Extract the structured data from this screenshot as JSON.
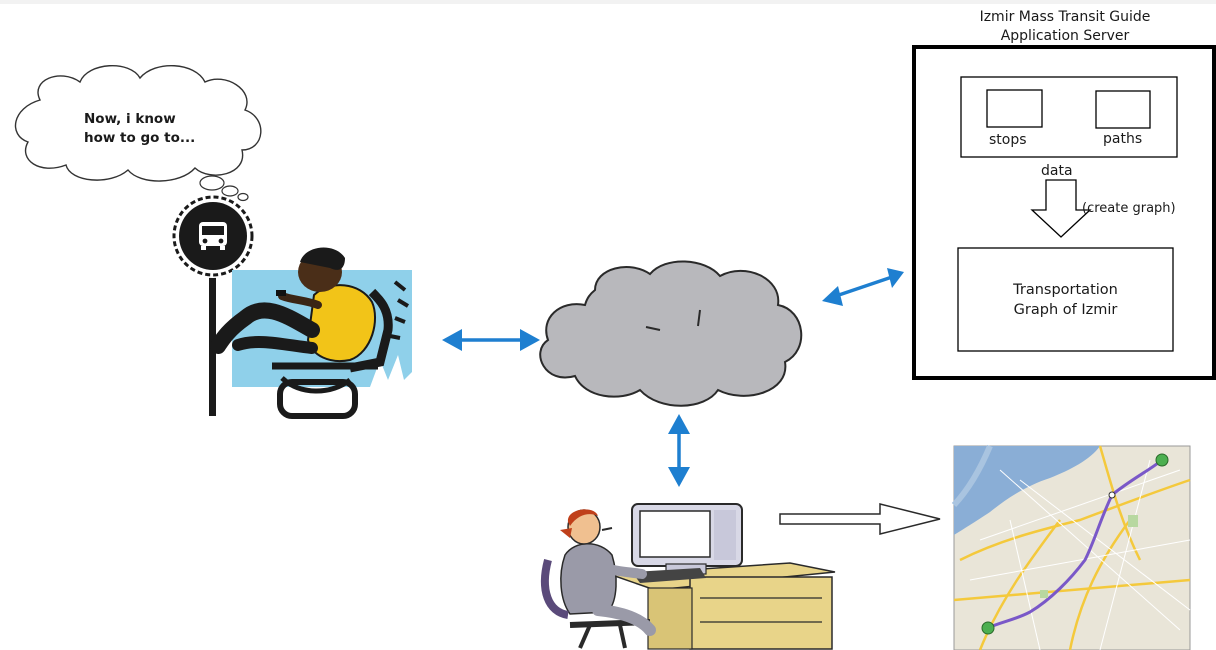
{
  "server": {
    "title_line1": "Izmir Mass Transit Guide",
    "title_line2": "Application Server",
    "data_box": {
      "stops_label": "stops",
      "paths_label": "paths"
    },
    "data_label": "data",
    "create_label": "(create graph)",
    "graph_line1": "Transportation",
    "graph_line2": "Graph of Izmir"
  },
  "thought": {
    "line1": "Now, i know",
    "line2": "how to go to..."
  },
  "colors": {
    "arrow_blue": "#1e7fd0",
    "cloud_gray": "#b8b8bc",
    "bus_stop_black": "#1a1a1a",
    "panel_blue": "#8fd0ea",
    "shirt_yellow": "#f2c418",
    "desk_tan": "#e8d489",
    "map_land": "#e9e5d8",
    "map_water": "#8aaed6",
    "route_purple": "#7a58c8"
  },
  "icons": [
    "bus-stop-icon",
    "cloud-icon",
    "person-on-bench",
    "person-at-computer",
    "map-image"
  ]
}
